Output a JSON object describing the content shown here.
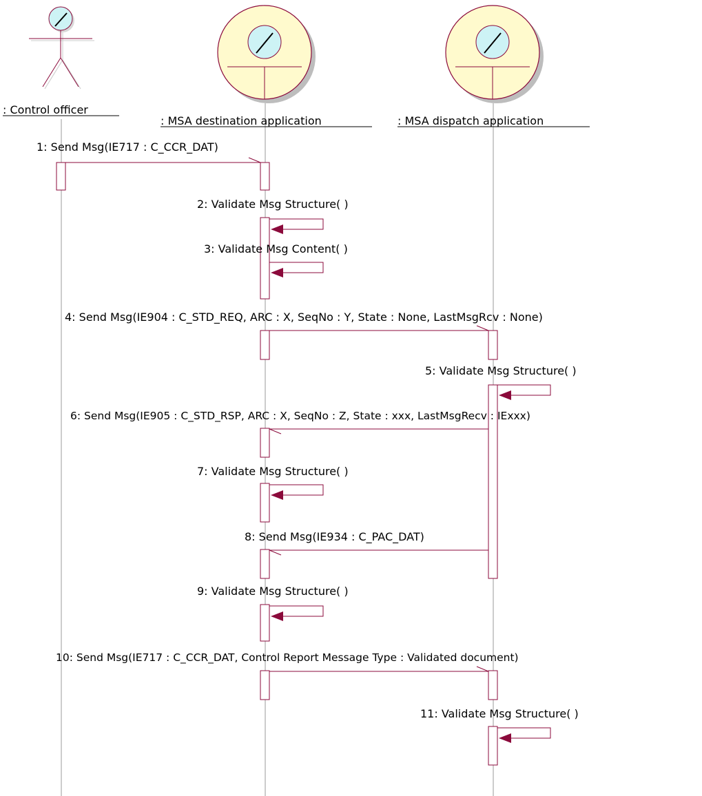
{
  "participants": [
    {
      "id": "officer",
      "label": ": Control officer",
      "kind": "actor"
    },
    {
      "id": "dest",
      "label": ": MSA destination application",
      "kind": "boundary"
    },
    {
      "id": "disp",
      "label": ": MSA dispatch application",
      "kind": "boundary"
    }
  ],
  "messages": [
    {
      "label": "1: Send Msg(IE717 : C_CCR_DAT)",
      "from": "officer",
      "to": "dest",
      "kind": "call"
    },
    {
      "label": "2: Validate Msg Structure( )",
      "from": "dest",
      "to": "dest",
      "kind": "self"
    },
    {
      "label": "3: Validate Msg Content( )",
      "from": "dest",
      "to": "dest",
      "kind": "self"
    },
    {
      "label": "4: Send Msg(IE904 : C_STD_REQ, ARC : X, SeqNo : Y, State : None, LastMsgRcv : None)",
      "from": "dest",
      "to": "disp",
      "kind": "call"
    },
    {
      "label": "5: Validate Msg Structure( )",
      "from": "disp",
      "to": "disp",
      "kind": "self"
    },
    {
      "label": "6: Send Msg(IE905 : C_STD_RSP, ARC : X, SeqNo : Z, State : xxx, LastMsgRecv : IExxx)",
      "from": "disp",
      "to": "dest",
      "kind": "call"
    },
    {
      "label": "7: Validate Msg Structure( )",
      "from": "dest",
      "to": "dest",
      "kind": "self"
    },
    {
      "label": "8: Send Msg(IE934 : C_PAC_DAT)",
      "from": "disp",
      "to": "dest",
      "kind": "call"
    },
    {
      "label": "9: Validate Msg Structure( )",
      "from": "dest",
      "to": "dest",
      "kind": "self"
    },
    {
      "label": "10: Send Msg(IE717 : C_CCR_DAT, Control Report Message Type : Validated document)",
      "from": "dest",
      "to": "disp",
      "kind": "call"
    },
    {
      "label": "11: Validate Msg Structure( )",
      "from": "disp",
      "to": "disp",
      "kind": "self"
    }
  ],
  "colors": {
    "line": "#8b0a3b",
    "boundary_fill": "#fffacd",
    "head_fill": "#cdf3f5",
    "shadow": "#bdbdbd",
    "lifeline": "#9a9a9a"
  },
  "icons": {
    "officer": "actor-stick-figure-icon",
    "dest": "boundary-object-icon",
    "disp": "boundary-object-icon"
  }
}
